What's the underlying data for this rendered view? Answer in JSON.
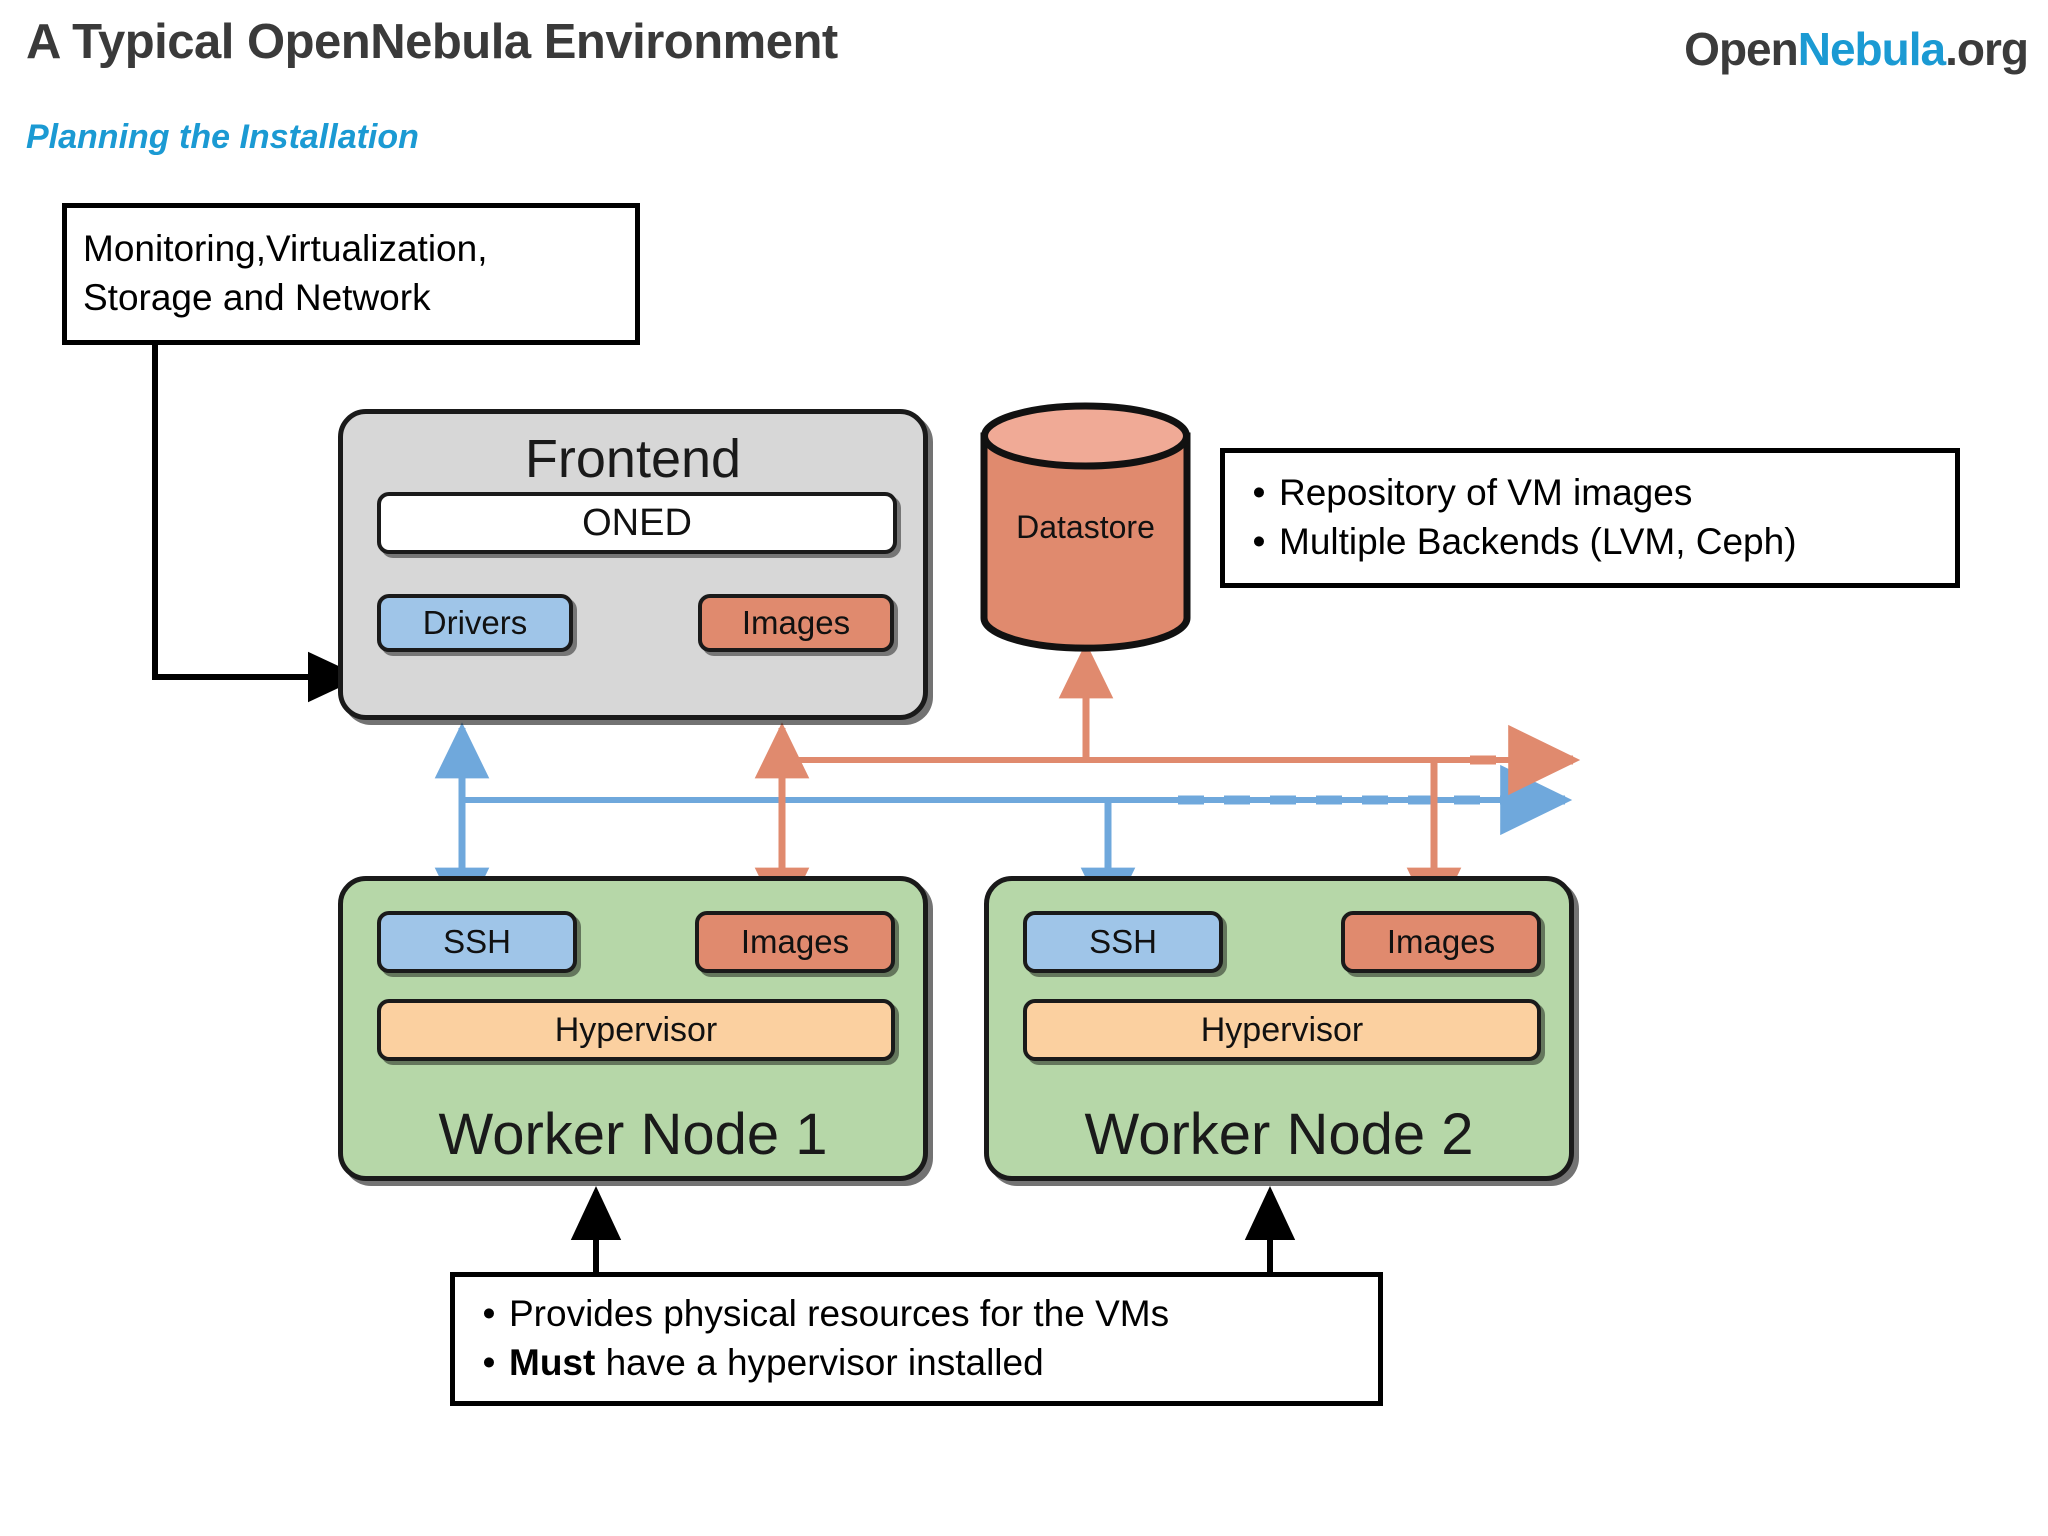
{
  "header": {
    "title": "A Typical OpenNebula Environment",
    "subtitle": "Planning the Installation",
    "logo": {
      "part1": "Open",
      "part2": "Nebula",
      "part3": ".org"
    }
  },
  "notes": {
    "monitoring": {
      "line1": "Monitoring,Virtualization,",
      "line2": "Storage and Network"
    },
    "datastore": {
      "bullet": "•",
      "line1": "Repository of VM images",
      "line2": "Multiple Backends (LVM, Ceph)"
    },
    "worker": {
      "bullet": "•",
      "line1": "Provides physical resources for the VMs",
      "line2_strong": "Must",
      "line2_rest": " have a hypervisor installed"
    }
  },
  "frontend": {
    "title": "Frontend",
    "oned": "ONED",
    "drivers": "Drivers",
    "images": "Images"
  },
  "datastore": {
    "label": "Datastore"
  },
  "worker1": {
    "title": "Worker Node 1",
    "ssh": "SSH",
    "images": "Images",
    "hypervisor": "Hypervisor"
  },
  "worker2": {
    "title": "Worker Node 2",
    "ssh": "SSH",
    "images": "Images",
    "hypervisor": "Hypervisor"
  },
  "colors": {
    "accent_blue": "#1b9ad3",
    "title_gray": "#3a3a3a",
    "frontend_gray": "#d7d7d7",
    "worker_green": "#b6d7a8",
    "chip_blue": "#9fc5e8",
    "chip_red": "#e08a6e",
    "chip_orange": "#fbd0a0",
    "datastore_body": "#e08a6e",
    "datastore_top": "#f0aa96",
    "wire_blue": "#6fa8dc",
    "wire_red": "#e06666",
    "outline_black": "#1a1a1a"
  }
}
